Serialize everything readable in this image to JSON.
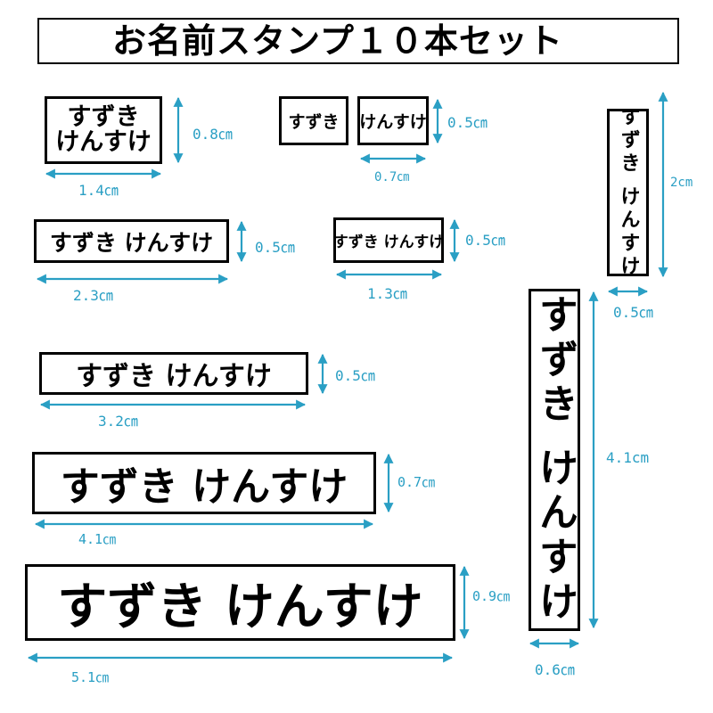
{
  "title": "お名前スタンプ１０本セット",
  "accent_color": "#2a9fc4",
  "stamps": {
    "s1": {
      "line1": "すずき",
      "line2": "けんすけ",
      "width": "1.4㎝",
      "height": "0.8㎝"
    },
    "s2a": {
      "text": "すずき"
    },
    "s2b": {
      "text": "けんすけ",
      "width": "0.7㎝",
      "height": "0.5㎝"
    },
    "s3": {
      "text": "すずき けんすけ",
      "width": "2.3㎝",
      "height": "0.5㎝"
    },
    "s4": {
      "text": "すずき けんすけ",
      "width": "1.3㎝",
      "height": "0.5㎝"
    },
    "s5": {
      "text": "すずき けんすけ",
      "width": "3.2㎝",
      "height": "0.5㎝"
    },
    "s6": {
      "text": "すずき けんすけ",
      "width": "4.1㎝",
      "height": "0.7㎝"
    },
    "s7": {
      "text": "すずき けんすけ",
      "width": "5.1㎝",
      "height": "0.9㎝"
    },
    "v1": {
      "text": "すずき けんすけ",
      "width": "0.5㎝",
      "height": "2cm"
    },
    "v2": {
      "text": "すずき けんすけ",
      "width": "0.6㎝",
      "height": "4.1cm"
    }
  }
}
